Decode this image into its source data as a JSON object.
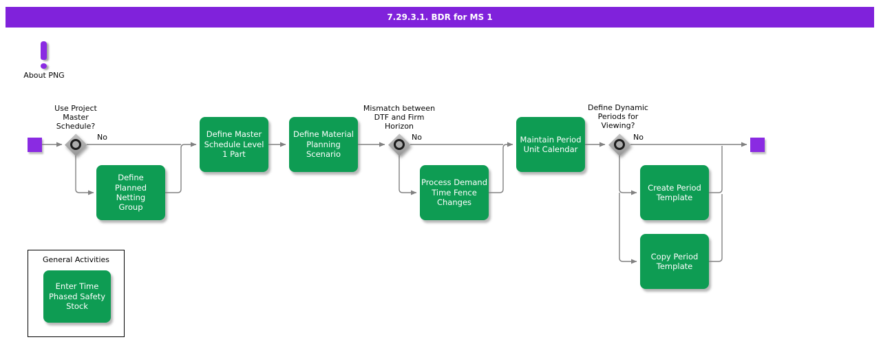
{
  "title": "7.29.3.1. BDR for MS 1",
  "about": {
    "label": "About PNG"
  },
  "colors": {
    "title_bar": "#8022DB",
    "node_purple": "#8A2BE2",
    "task_green": "#0E9C53",
    "gateway_gray": "#ACACAC",
    "connector": "#818181"
  },
  "flow": {
    "decisions": [
      {
        "label": "Use Project\nMaster\nSchedule?",
        "branch": "No"
      },
      {
        "label": "Mismatch between\nDTF and Firm\nHorizon",
        "branch": "No"
      },
      {
        "label": "Define Dynamic\nPeriods for\nViewing?",
        "branch": "No"
      }
    ],
    "tasks": [
      {
        "label": "Define\nPlanned\nNetting\nGroup"
      },
      {
        "label": "Define Master\nSchedule Level\n1 Part"
      },
      {
        "label": "Define Material\nPlanning\nScenario"
      },
      {
        "label": "Process Demand\nTime Fence\nChanges"
      },
      {
        "label": "Maintain Period\nUnit Calendar"
      },
      {
        "label": "Create Period\nTemplate"
      },
      {
        "label": "Copy Period\nTemplate"
      }
    ]
  },
  "general_activities": {
    "title": "General Activities",
    "tasks": [
      {
        "label": "Enter Time\nPhased Safety\nStock"
      }
    ]
  }
}
